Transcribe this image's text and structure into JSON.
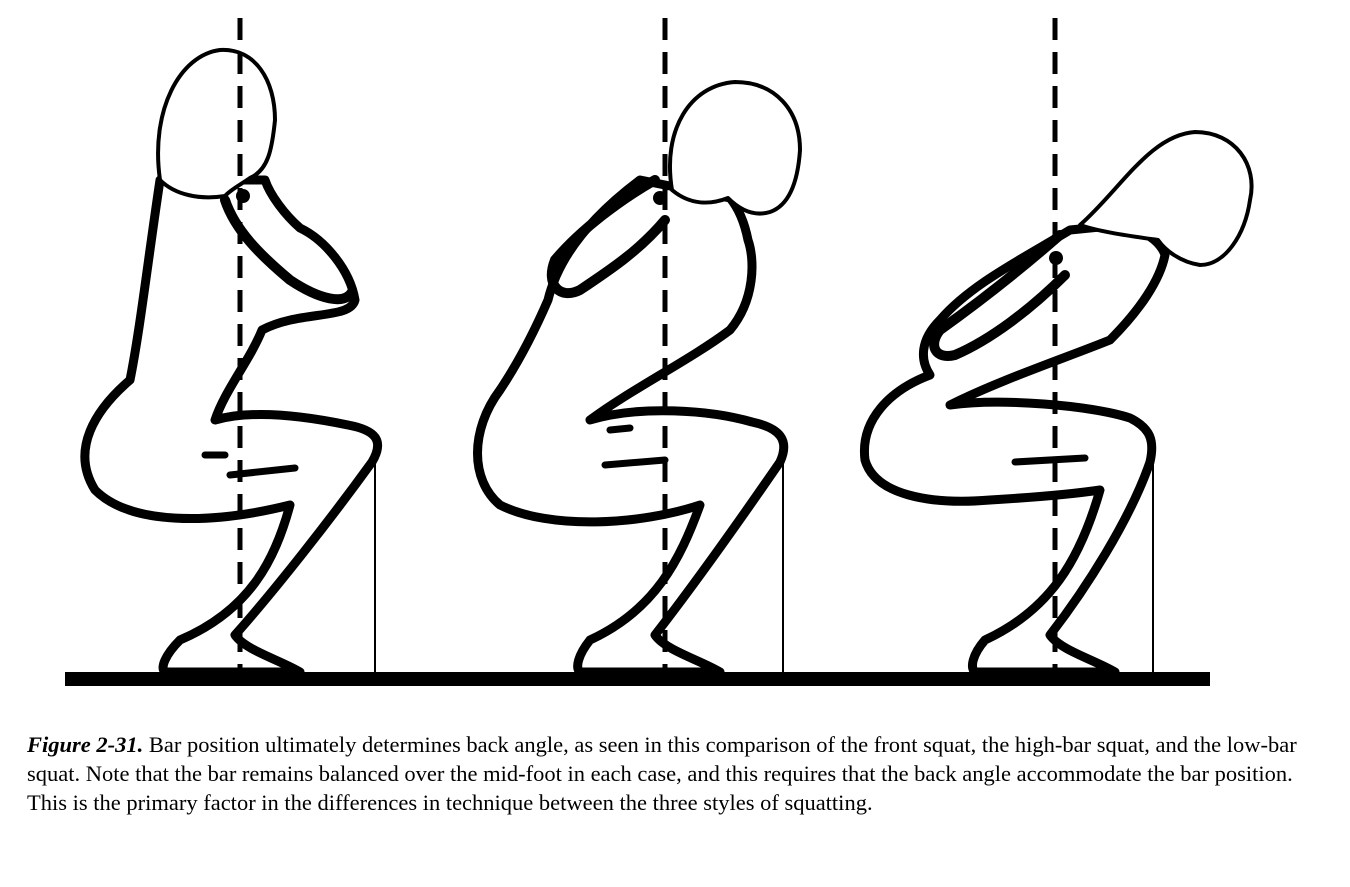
{
  "figure": {
    "figures": [
      {
        "id": "front-squat",
        "bar": "front"
      },
      {
        "id": "high-bar-squat",
        "bar": "high"
      },
      {
        "id": "low-bar-squat",
        "bar": "low"
      }
    ],
    "colors": {
      "ink": "#000000",
      "paper": "#ffffff"
    }
  },
  "caption": {
    "label": "Figure 2-31.",
    "text": " Bar position ultimately determines back angle, as seen in this comparison of the front squat, the high-bar squat, and the low-bar squat.  Note that the bar remains balanced over the mid-foot in each case, and this requires that the back angle accommodate the bar position.  This is the primary factor in the differences in technique between the three styles of squatting."
  }
}
